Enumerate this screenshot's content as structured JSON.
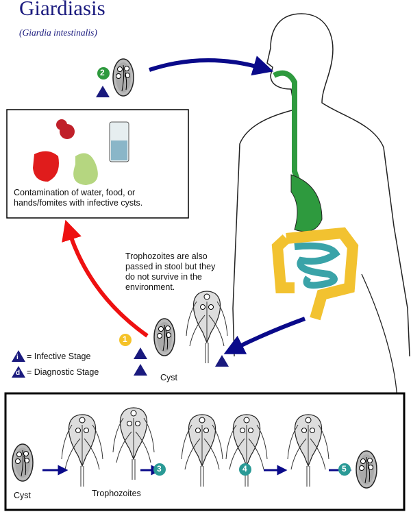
{
  "title": "Giardiasis",
  "subtitle": "(Giardia intestinalis)",
  "contamination_text": "Contamination of water, food, or hands/fomites with infective cysts.",
  "trophozoite_note": "Trophozoites are also passed in stool but they do not survive in the environment.",
  "legend": {
    "infective_symbol": "i",
    "infective": "= Infective Stage",
    "diagnostic_symbol": "d",
    "diagnostic": "= Diagnostic Stage"
  },
  "labels": {
    "cyst": "Cyst",
    "bottom_cyst": "Cyst",
    "trophozoites": "Trophozoites"
  },
  "steps": [
    "1",
    "2",
    "3",
    "4",
    "5"
  ],
  "colors": {
    "navy": "#1a1a7e",
    "arrow_blue": "#0a0a8a",
    "arrow_red": "#ee1111",
    "green": "#2e9a3e",
    "yellow": "#f5c228",
    "teal": "#2a9a96",
    "colon": "#f2c230",
    "small_intestine": "#3aa3a8",
    "tract": "#2e9a3e"
  }
}
